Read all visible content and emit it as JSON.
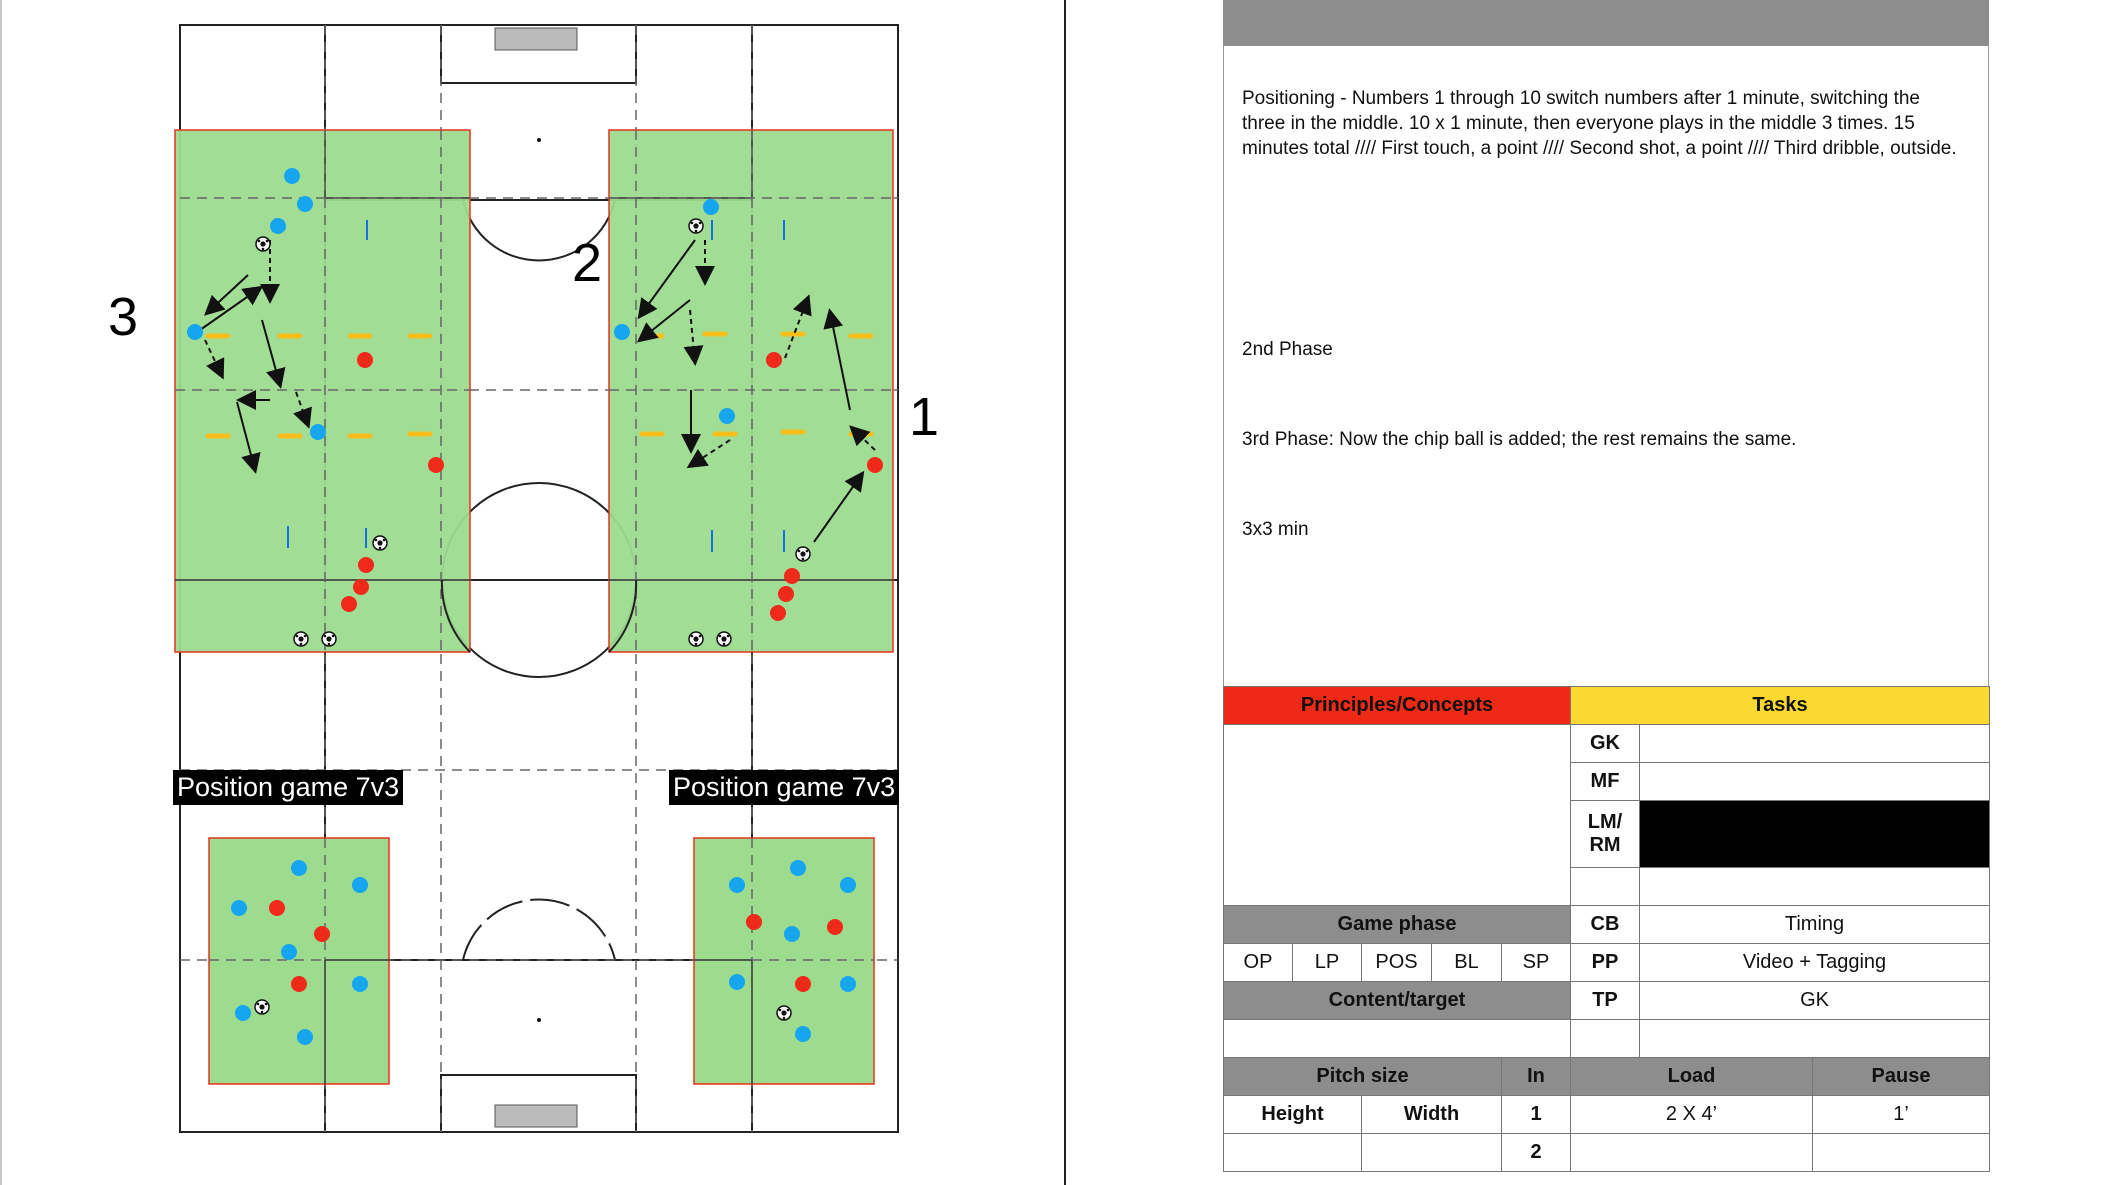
{
  "pitch": {
    "colors": {
      "zone_fill": "#9ddb8f",
      "zone_border": "#e8321e",
      "blue": "#16a5ef",
      "red": "#ef2a1a",
      "yellow": "#f7be1c",
      "line": "#222222"
    },
    "number_labels": [
      "3",
      "2",
      "1"
    ],
    "position_game_labels": [
      "Position game 7v3",
      "Position game 7v3"
    ]
  },
  "sheet": {
    "description": "Positioning - Numbers 1 through 10 switch numbers after 1 minute, switching the three in the middle. 10 x 1 minute, then everyone plays in the middle 3 times. 15 minutes total //// First touch, a point //// Second shot, a point //// Third dribble, outside.",
    "phase2": "2nd Phase",
    "phase3": "3rd Phase: Now the chip ball is added; the rest remains the same.",
    "duration": "3x3 min",
    "principles_header": "Principles/Concepts",
    "tasks_header": "Tasks",
    "positions": [
      "GK",
      "MF",
      "LM/\nRM",
      "CB",
      "PP",
      "TP"
    ],
    "lm": "LM/",
    "rm": "RM",
    "tasks": {
      "cb": "Timing",
      "pp": "Video + Tagging",
      "tp": "GK"
    },
    "game_phase_header": "Game phase",
    "game_phases": [
      "OP",
      "LP",
      "POS",
      "BL",
      "SP"
    ],
    "content_header": "Content/target",
    "pitch_size_header": "Pitch size",
    "in_header": "In",
    "load_header": "Load",
    "pause_header": "Pause",
    "height_label": "Height",
    "width_label": "Width",
    "rows": [
      {
        "in": "1",
        "load": "2 X 4’",
        "pause": "1’"
      },
      {
        "in": "2",
        "load": "",
        "pause": ""
      }
    ]
  }
}
